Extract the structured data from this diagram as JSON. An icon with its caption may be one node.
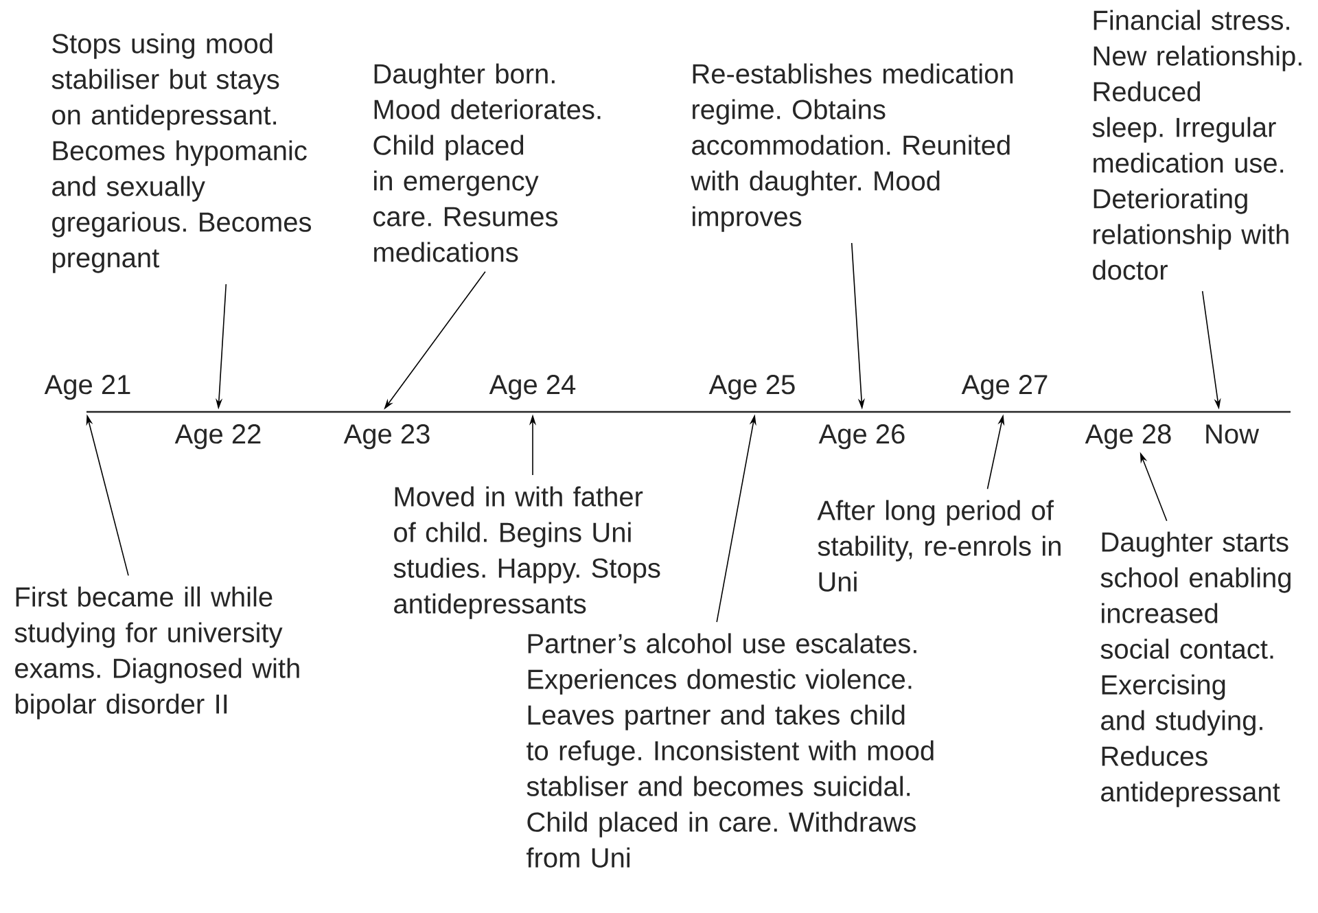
{
  "diagram": {
    "nodes": [
      {
        "text": [
          "Stops using mood stabiliser but stays on antidepressant. Becomes hypomanic and sexually gregarious. Becomes pregnant"
        ]
      },
      {
        "text": [
          "Daughter born. Mood deteriorates. Child placed in emergency care. Resumes medications"
        ]
      },
      {
        "text": [
          "Re-establishes medication regime. Obtains accommodation. Reunited with daughter. Mood improves"
        ]
      },
      {
        "text": [
          "Financial stress. New relationship. Reduced sleep. Irregular medication use. Deteriorating relationship with doctor"
        ]
      },
      {
        "text": [
          "First became ill while studying for university exams. Diagnosed with bipolar disorder II"
        ]
      },
      {
        "text": [
          "Moved in with father of child. Begins Uni studies. Happy. Stops antidepressants"
        ]
      },
      {
        "text": [
          "Partner’s alcohol use escalates. Experiences domestic violence. Leaves partner and takes child to refuge. Inconsistent with mood stabliser and becomes suicidal. Child placed in care. Withdraws from Uni"
        ]
      },
      {
        "text": [
          "After long period of stability, re-enrols in Uni"
        ]
      },
      {
        "text": [
          "Daughter starts school enabling increased social contact. Exercising and studying. Reduces antidepressant"
        ]
      },
      {
        "text": [],
        "shape": "line"
      },
      {
        "text": [
          "Age 28"
        ]
      }
    ],
    "edges": [
      {
        "from": 0,
        "to": 9,
        "arrow": "to"
      },
      {
        "from": 1,
        "to": 9,
        "arrow": "to"
      },
      {
        "from": 2,
        "to": 9,
        "arrow": "to"
      },
      {
        "from": 3,
        "to": 9,
        "arrow": "to"
      },
      {
        "from": 4,
        "to": 9,
        "arrow": "to"
      },
      {
        "from": 5,
        "to": 9,
        "arrow": "to"
      },
      {
        "from": 6,
        "to": 9,
        "arrow": "to"
      },
      {
        "from": 7,
        "to": 9,
        "arrow": "to"
      },
      {
        "from": 8,
        "to": 10,
        "arrow": "to"
      }
    ],
    "labels": [
      "Age 21",
      "Age 24",
      "Age 25",
      "Age 27",
      "Age 22",
      "Age 23",
      "Age 26",
      "Now"
    ]
  }
}
